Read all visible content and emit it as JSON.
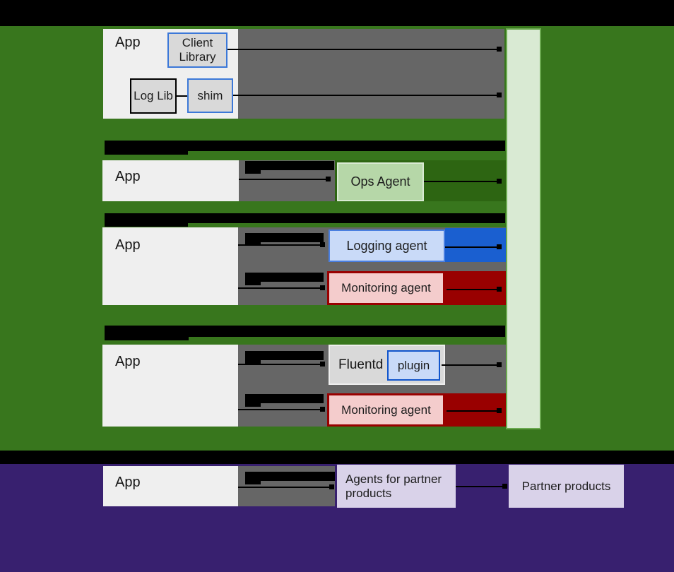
{
  "diagram": {
    "description": "Architecture diagram of apps sending telemetry through agents (Ops Agent, Logging agent, Monitoring agent, Fluentd plugin) and partner agents; section titles and connector labels are redacted black bars",
    "sections_count": 5
  },
  "nodes": {
    "section1": {
      "app": "App",
      "client_library": "Client Library",
      "log_lib": "Log Lib",
      "shim": "shim"
    },
    "section2": {
      "app": "App",
      "ops_agent": "Ops Agent"
    },
    "section3": {
      "app": "App",
      "logging_agent": "Logging agent",
      "monitoring_agent": "Monitoring agent"
    },
    "section4": {
      "app": "App",
      "fluentd": "Fluentd",
      "plugin": "plugin",
      "monitoring_agent": "Monitoring agent"
    },
    "partner_section": {
      "app": "App",
      "agents_for_partner_products": "Agents for partner products",
      "partner_products": "Partner products"
    }
  },
  "colors": {
    "page_background_green": "#38761d",
    "section_row_dark_green": "#2d6512",
    "page_background_purple": "#38206f",
    "redacted_bars": "#000000",
    "host_box_gray": "#666666",
    "app_box_white": "#efefef",
    "sidebar_fill": "#d9ead3",
    "sidebar_border": "#6aa84f",
    "ops_agent_fill": "#b6d7a8",
    "logging_agent_fill": "#c9daf8",
    "logging_agent_border": "#4a7fe0",
    "logging_pipe_blue": "#1a5fd0",
    "monitoring_agent_fill": "#f4cccc",
    "monitoring_agent_border": "#990000",
    "monitoring_pipe_red": "#990000",
    "fluentd_fill": "#d9d9d9",
    "plugin_fill": "#c9daf8",
    "plugin_border": "#1155cc",
    "library_box_fill": "#d9d9d9",
    "library_box_border_blue": "#3c78d8",
    "partner_box_fill": "#d9d2e9"
  }
}
